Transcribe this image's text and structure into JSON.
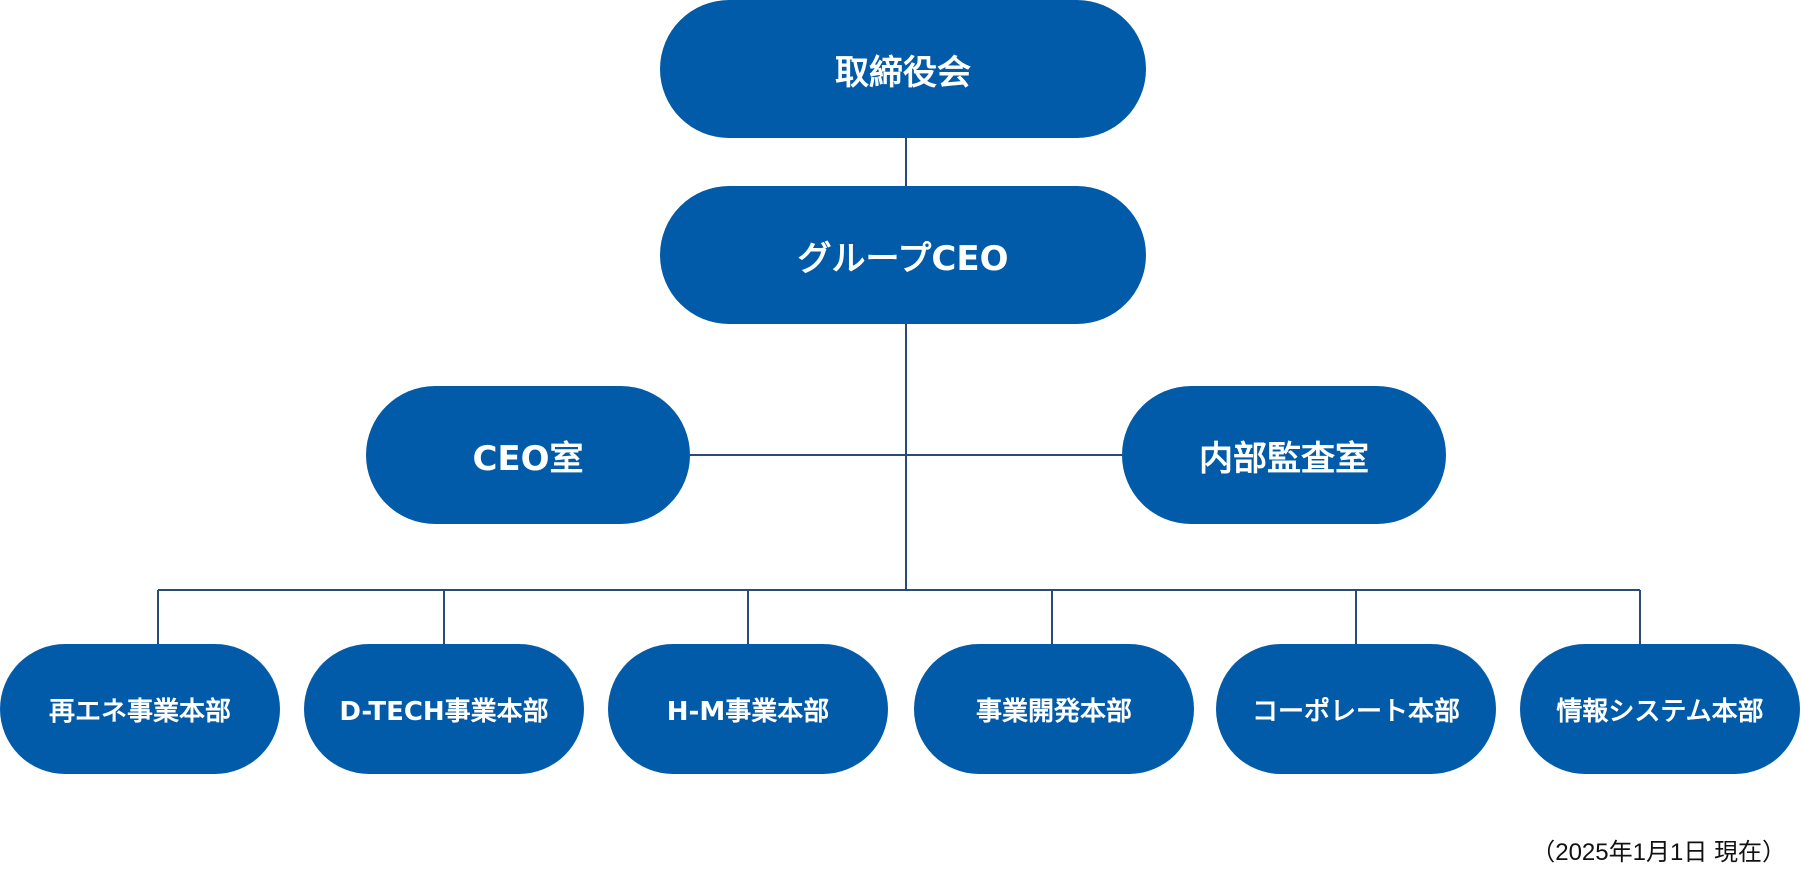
{
  "colors": {
    "node_fill": "#015ba8",
    "node_text": "#ffffff",
    "connector": "#2a4a7a"
  },
  "org": {
    "board": "取締役会",
    "group_ceo": "グループCEO",
    "staff_left": "CEO室",
    "staff_right": "内部監査室",
    "divisions": [
      "再エネ事業本部",
      "D-TECH事業本部",
      "H-M事業本部",
      "事業開発本部",
      "コーポレート本部",
      "情報システム本部"
    ]
  },
  "footnote": "（2025年1月1日 現在）"
}
